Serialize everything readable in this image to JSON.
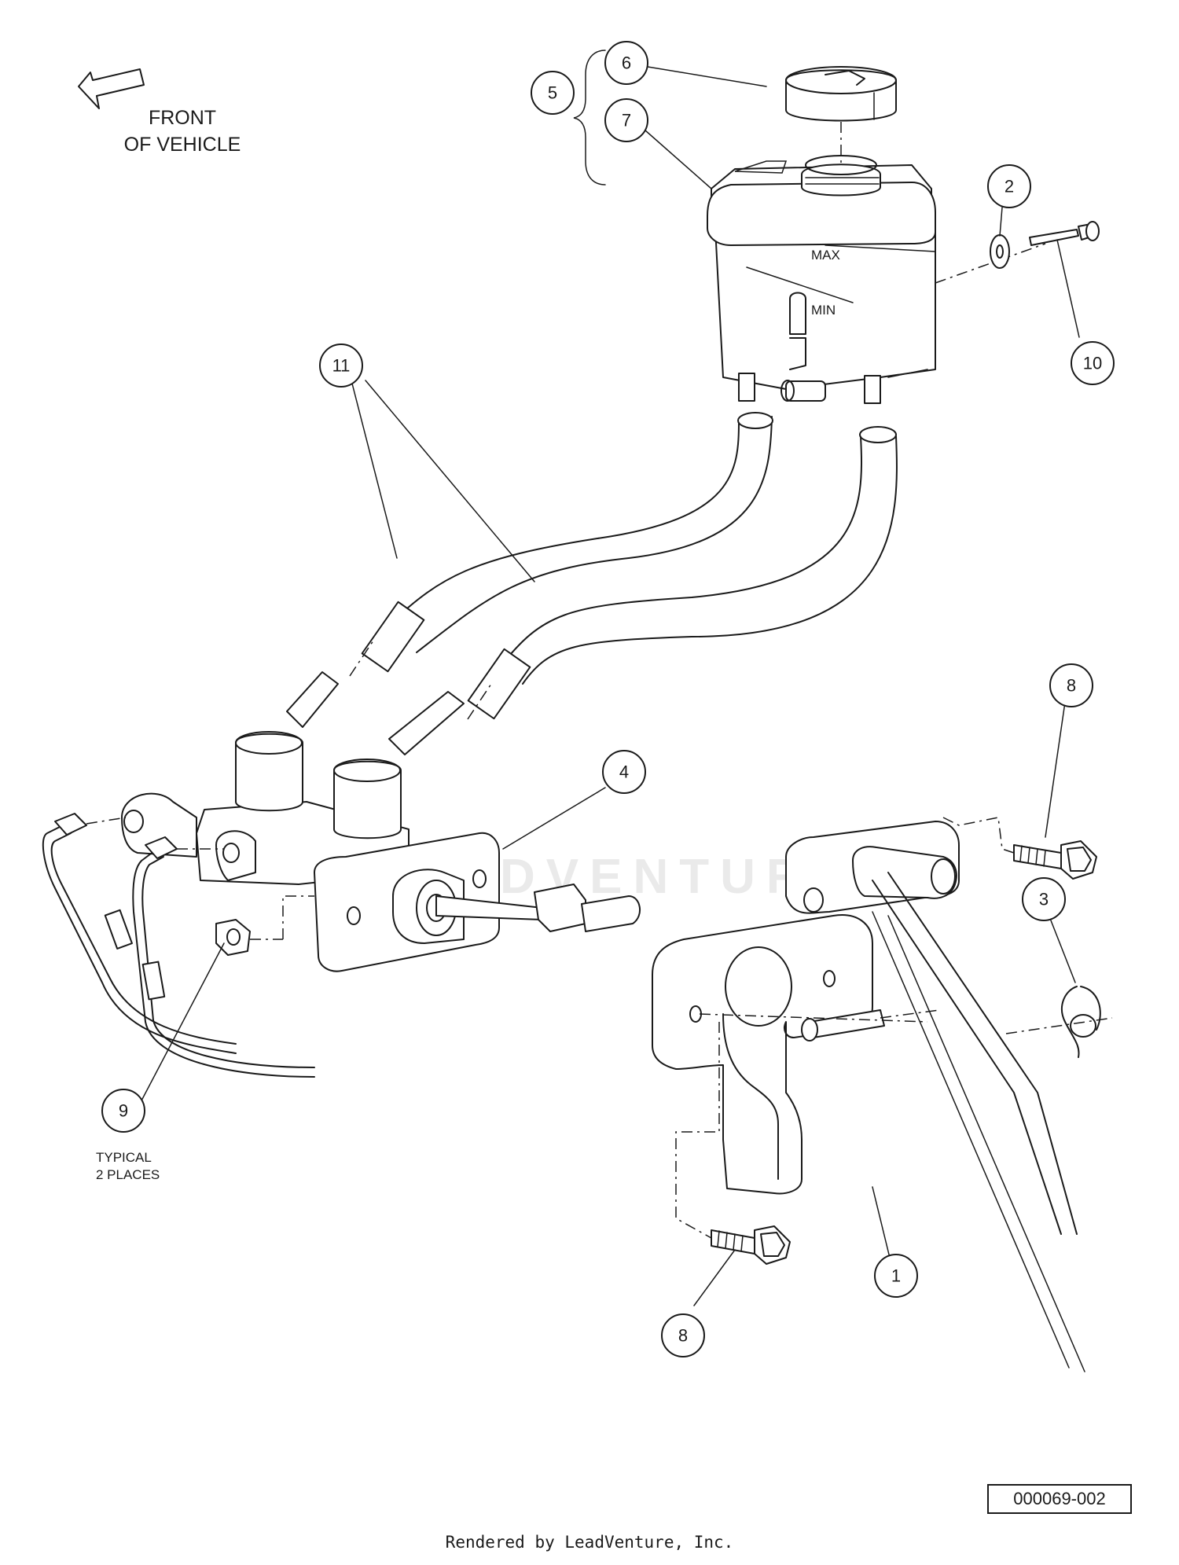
{
  "direction_note": {
    "line1": "FRONT",
    "line2": "OF VEHICLE"
  },
  "typical_note": {
    "line1": "TYPICAL",
    "line2": "2 PLACES"
  },
  "reservoir_labels": {
    "max": "MAX",
    "min": "MIN"
  },
  "callouts": [
    "1",
    "2",
    "3",
    "4",
    "5",
    "6",
    "7",
    "8",
    "8",
    "9",
    "10",
    "11"
  ],
  "reference_number": "000069-002",
  "watermark": "LEADVENTURE",
  "footer": "Rendered by LeadVenture, Inc."
}
